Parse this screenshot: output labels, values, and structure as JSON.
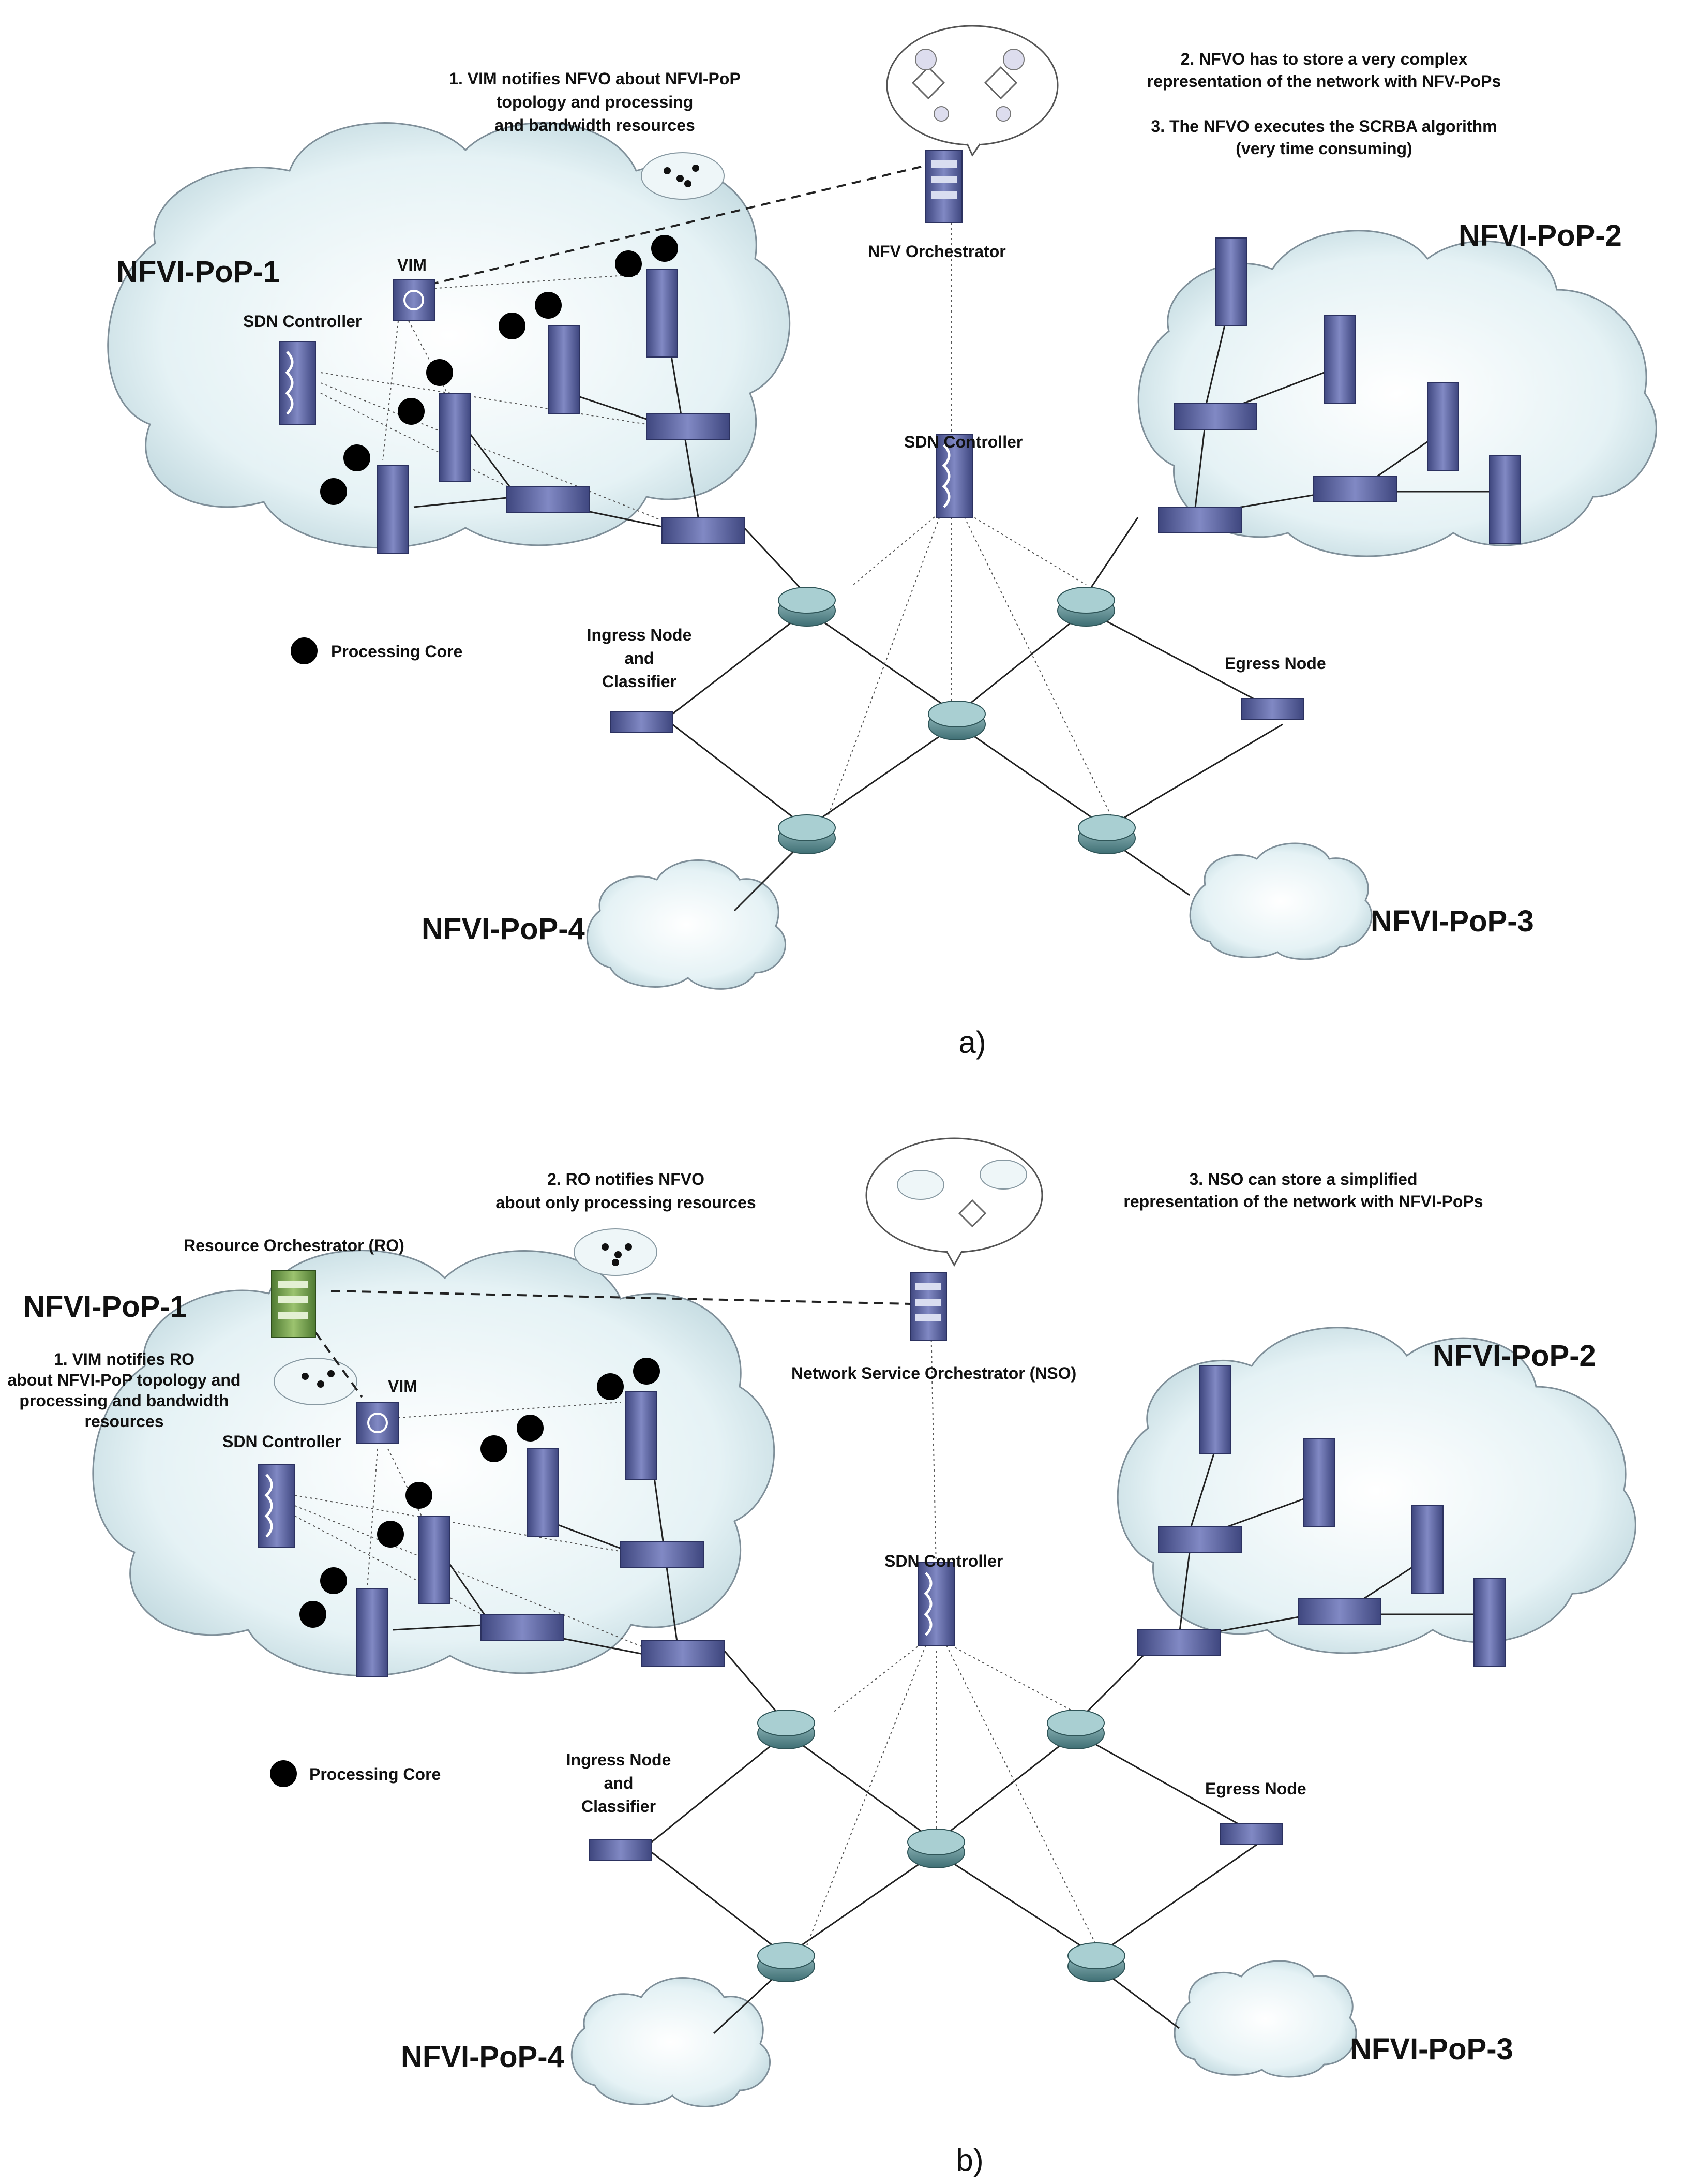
{
  "panel_a": {
    "letter": "a)",
    "pop1": "NFVI-PoP-1",
    "pop2": "NFVI-PoP-2",
    "pop3": "NFVI-PoP-3",
    "pop4": "NFVI-PoP-4",
    "vim": "VIM",
    "sdn_local": "SDN Controller",
    "sdn_core": "SDN Controller",
    "orchestrator": "NFV Orchestrator",
    "ingress": [
      "Ingress Node",
      "and",
      "Classifier"
    ],
    "egress": "Egress Node",
    "legend_core": "Processing Core",
    "note1": [
      "1.   VIM notifies NFVO about NFVI-PoP",
      "topology and processing",
      "and bandwidth resources"
    ],
    "note2": [
      "2. NFVO  has to store a very complex",
      "representation of the network with NFV-PoPs"
    ],
    "note3": [
      "3. The NFVO executes the SCRBA algorithm",
      "(very time consuming)"
    ]
  },
  "panel_b": {
    "letter": "b)",
    "pop1": "NFVI-PoP-1",
    "pop2": "NFVI-PoP-2",
    "pop3": "NFVI-PoP-3",
    "pop4": "NFVI-PoP-4",
    "vim": "VIM",
    "sdn_local": "SDN Controller",
    "sdn_core": "SDN Controller",
    "ro": "Resource Orchestrator (RO)",
    "orchestrator": "Network Service Orchestrator (NSO)",
    "ingress": [
      "Ingress Node",
      "and",
      "Classifier"
    ],
    "egress": "Egress Node",
    "legend_core": "Processing Core",
    "note1": [
      "1. VIM notifies RO",
      "about NFVI-PoP topology and",
      "processing and bandwidth",
      "resources"
    ],
    "note2": [
      "2. RO notifies NFVO",
      "about only processing resources"
    ],
    "note3": [
      "3. NSO can store a simplified",
      "representation of the network with NFVI-PoPs"
    ]
  },
  "colors": {
    "device": "#5a64a8",
    "router": "#5d8f93",
    "ro": "#6f9a4a",
    "cloud_fill": "#e7f3f6",
    "cloud_stroke": "#7f8f99"
  },
  "icons": [
    "server-icon",
    "switch-icon",
    "router-icon",
    "sdn-controller-icon",
    "vim-icon",
    "processing-core-icon",
    "classifier-node-icon",
    "cloud-icon"
  ]
}
